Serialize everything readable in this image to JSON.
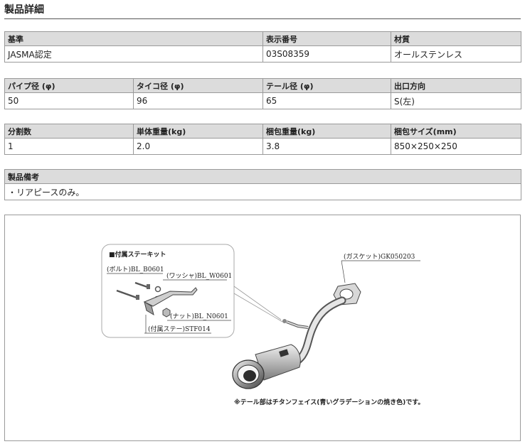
{
  "page": {
    "title": "製品詳細"
  },
  "table1": {
    "headers": [
      "基準",
      "表示番号",
      "材質"
    ],
    "values": [
      "JASMA認定",
      "03S08359",
      "オールステンレス"
    ]
  },
  "table2": {
    "headers": [
      "パイプ径 (φ)",
      "タイコ径 (φ)",
      "テール径 (φ)",
      "出口方向"
    ],
    "values": [
      "50",
      "96",
      "65",
      "S(左)"
    ]
  },
  "table3": {
    "headers": [
      "分割数",
      "単体重量(kg)",
      "梱包重量(kg)",
      "梱包サイズ(mm)"
    ],
    "values": [
      "1",
      "2.0",
      "3.8",
      "850×250×250"
    ]
  },
  "notes": {
    "header": "製品備考",
    "text": "・リアピースのみ。"
  },
  "diagram": {
    "kit_title": "■付属ステーキット",
    "labels": {
      "bolt": "(ボルト)BL_B0601",
      "washer": "(ワッシャ)BL_W0601",
      "nut": "(ナット)BL_N0601",
      "stay": "(付属ステー)STF014",
      "gasket": "(ガスケット)GK050203"
    },
    "footnote": "※テール部はチタンフェイス(青いグラデーションの焼き色)です。"
  }
}
